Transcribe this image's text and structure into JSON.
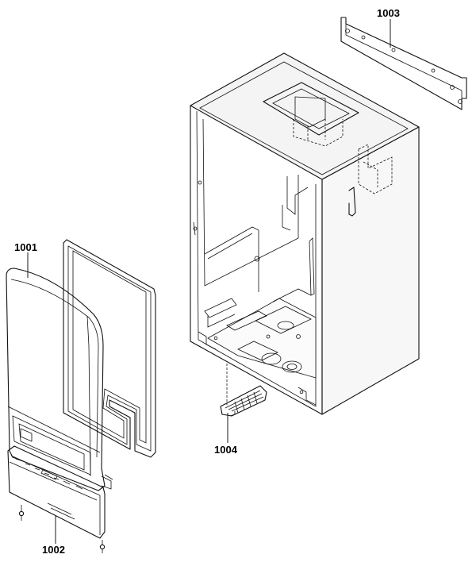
{
  "parts": [
    {
      "id": "cover",
      "label": "1001"
    },
    {
      "id": "lower-panel",
      "label": "1002"
    },
    {
      "id": "mounting-bracket",
      "label": "1003"
    },
    {
      "id": "grille",
      "label": "1004"
    }
  ]
}
